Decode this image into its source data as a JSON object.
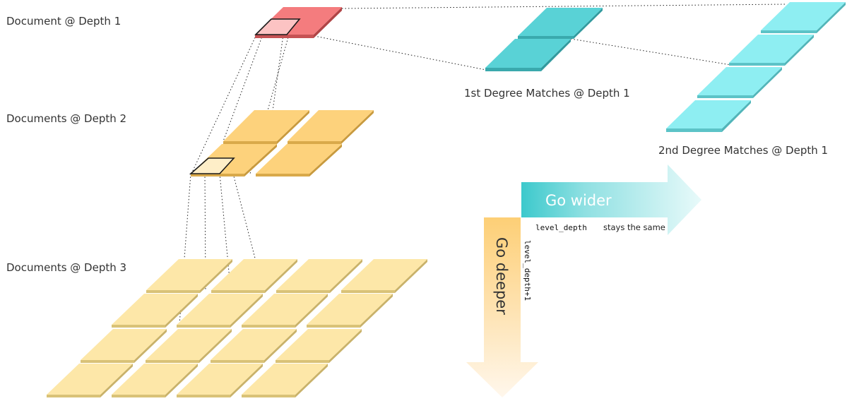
{
  "labels": {
    "depth1_doc": "Document @ Depth 1",
    "depth2_docs": "Documents @ Depth 2",
    "depth3_docs": "Documents @ Depth 3",
    "first_degree": "1st Degree Matches @ Depth 1",
    "second_degree": "2nd Degree Matches @ Depth 1"
  },
  "arrows": {
    "wider_label": "Go wider",
    "wider_code": "level_depth",
    "wider_note": "stays the same",
    "deeper_label": "Go deeper",
    "deeper_code": "level_depth+1"
  },
  "colors": {
    "root_tile": "#f47c7e",
    "root_inner": "#fcc3c3",
    "depth2_tile": "#fdd27c",
    "depth2_inner": "#feeec8",
    "depth3_tile": "#fde7a8",
    "first_degree_tile": "#59d2d6",
    "second_degree_tile": "#8eeef2",
    "wider_arrow": "#3cc9cc",
    "deeper_arrow": "#fdd07a"
  }
}
